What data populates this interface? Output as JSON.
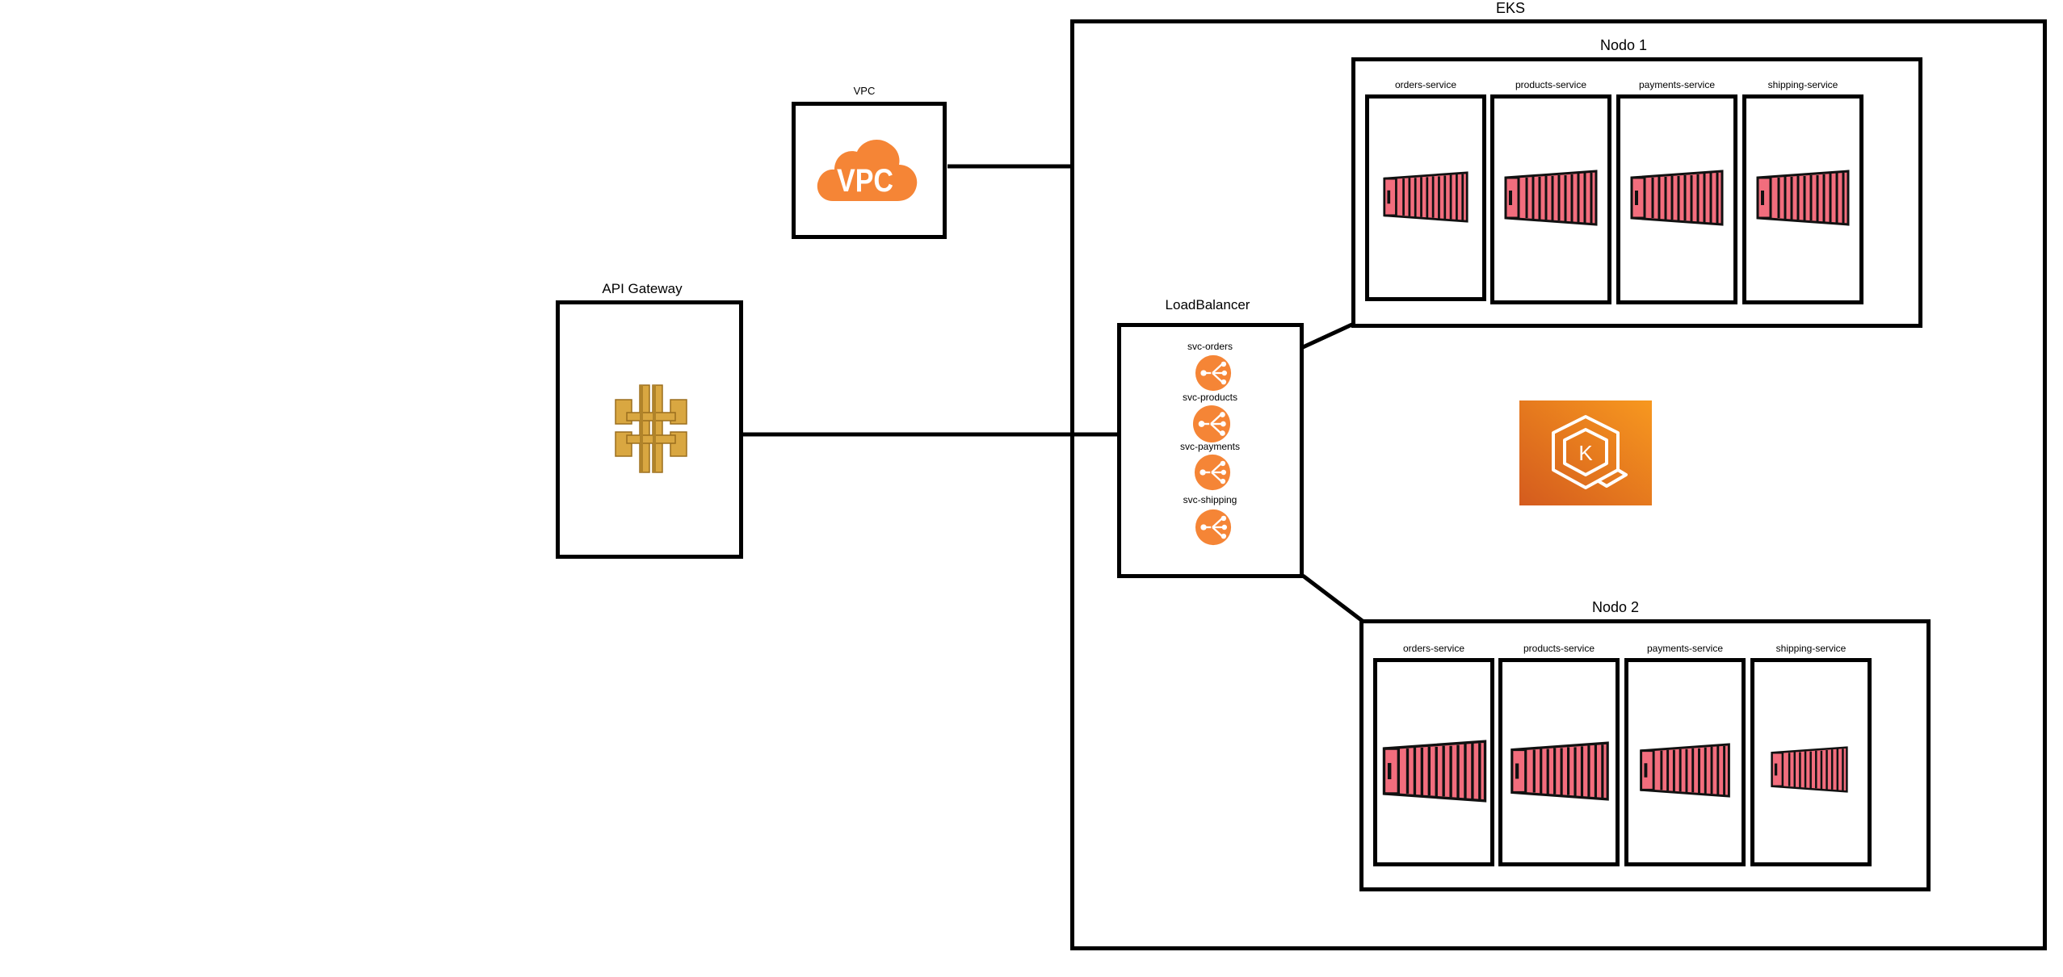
{
  "eks": {
    "label": "EKS"
  },
  "vpc": {
    "label": "VPC",
    "icon": "vpc-cloud-icon",
    "icon_text": "VPC",
    "color": "#F58536"
  },
  "api_gateway": {
    "label": "API Gateway",
    "icon": "api-gateway-icon",
    "color": "#D9A741"
  },
  "load_balancer": {
    "label": "LoadBalancer",
    "services": [
      {
        "label": "svc-orders",
        "icon": "load-balancer-icon"
      },
      {
        "label": "svc-products",
        "icon": "load-balancer-icon"
      },
      {
        "label": "svc-payments",
        "icon": "load-balancer-icon"
      },
      {
        "label": "svc-shipping",
        "icon": "load-balancer-icon"
      }
    ],
    "icon_color": "#F58536"
  },
  "kubernetes": {
    "icon": "eks-kubernetes-icon",
    "letter": "K",
    "color_start": "#F7981F",
    "color_end": "#D45B1E"
  },
  "nodes": [
    {
      "label": "Nodo 1",
      "containers": [
        {
          "label": "orders-service",
          "icon": "container-icon"
        },
        {
          "label": "products-service",
          "icon": "container-icon"
        },
        {
          "label": "payments-service",
          "icon": "container-icon"
        },
        {
          "label": "shipping-service",
          "icon": "container-icon"
        }
      ]
    },
    {
      "label": "Nodo 2",
      "containers": [
        {
          "label": "orders-service",
          "icon": "container-icon"
        },
        {
          "label": "products-service",
          "icon": "container-icon"
        },
        {
          "label": "payments-service",
          "icon": "container-icon"
        },
        {
          "label": "shipping-service",
          "icon": "container-icon"
        }
      ]
    }
  ],
  "container_color": "#F26D7D"
}
